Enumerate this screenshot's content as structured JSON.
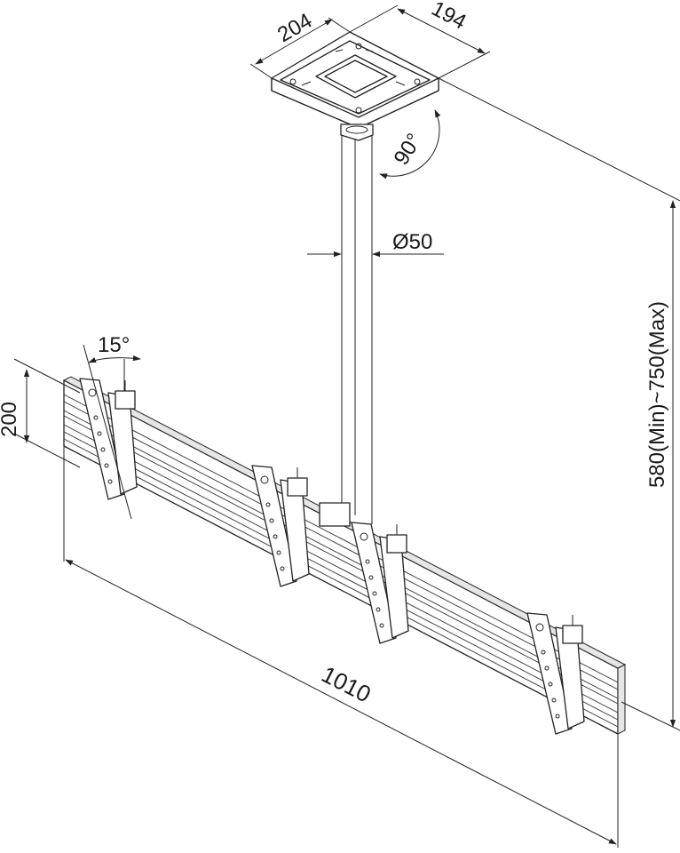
{
  "dimensions": {
    "plate_width": "204",
    "plate_depth": "194",
    "rotation": "90°",
    "pole_diameter": "Ø50",
    "tilt": "15°",
    "rail_height": "200",
    "drop_range": "580(Min)~750(Max)",
    "rail_length": "1010"
  }
}
